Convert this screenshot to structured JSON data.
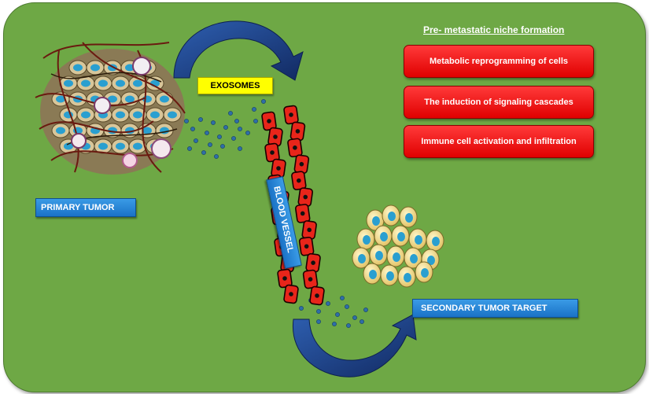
{
  "diagram": {
    "primary_label": "PRIMARY TUMOR",
    "exosomes_label": "EXOSOMES",
    "vessel_label": "BLOOD VESSEL",
    "secondary_label": "SECONDARY TUMOR TARGET",
    "niche": {
      "title": "Pre- metastatic niche formation",
      "items": [
        "Metabolic reprogramming of cells",
        "The  induction of signaling cascades",
        "Immune cell activation and infiltration"
      ]
    }
  },
  "colors": {
    "background": "#6ea845",
    "label_blue": "#1a72c6",
    "highlight_yellow": "#ffff00",
    "box_red": "#e00000",
    "arrow_navy": "#1c3f86"
  }
}
